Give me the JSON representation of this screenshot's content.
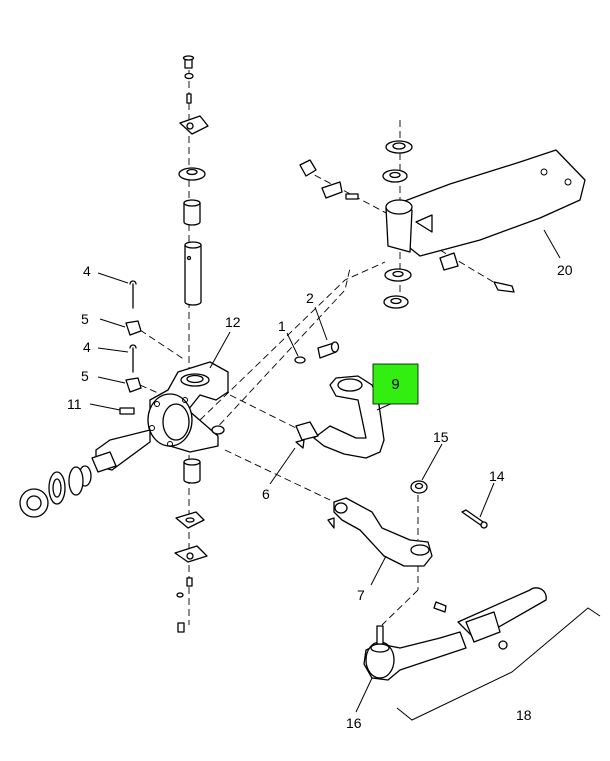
{
  "highlight": {
    "label": "9",
    "color": "#33ee11"
  },
  "callouts": [
    {
      "id": "1",
      "label": "1"
    },
    {
      "id": "2",
      "label": "2"
    },
    {
      "id": "4a",
      "label": "4"
    },
    {
      "id": "4b",
      "label": "4"
    },
    {
      "id": "5a",
      "label": "5"
    },
    {
      "id": "5b",
      "label": "5"
    },
    {
      "id": "6",
      "label": "6"
    },
    {
      "id": "7",
      "label": "7"
    },
    {
      "id": "11",
      "label": "11"
    },
    {
      "id": "12",
      "label": "12"
    },
    {
      "id": "14",
      "label": "14"
    },
    {
      "id": "15",
      "label": "15"
    },
    {
      "id": "16",
      "label": "16"
    },
    {
      "id": "18",
      "label": "18"
    },
    {
      "id": "20",
      "label": "20"
    }
  ]
}
